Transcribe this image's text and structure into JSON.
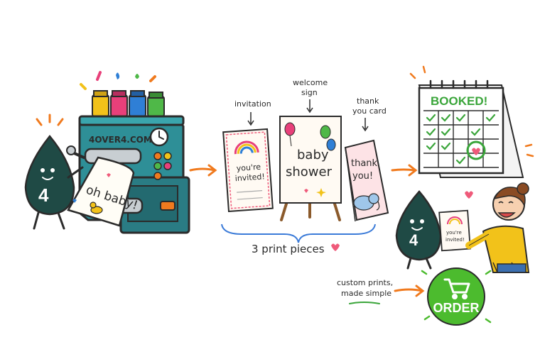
{
  "machine": {
    "brand_label": "4OVER4.COM",
    "output_text": "oh baby!",
    "ink_colors": [
      "#f2c21a",
      "#e8407a",
      "#2f7fd6",
      "#4fb848"
    ]
  },
  "mascot": {
    "number": "4",
    "color": "#1f4a45"
  },
  "print_pieces": {
    "caption": "3 print pieces",
    "items": [
      {
        "label": "invitation",
        "card_text_line1": "you're",
        "card_text_line2": "invited!"
      },
      {
        "label_line1": "welcome",
        "label_line2": "sign",
        "card_text_line1": "baby",
        "card_text_line2": "shower"
      },
      {
        "label_line1": "thank",
        "label_line2": "you card",
        "card_text_line1": "thank",
        "card_text_line2": "you!"
      }
    ]
  },
  "calendar": {
    "heading": "BOOKED!"
  },
  "customer_card": {
    "text_line1": "you're",
    "text_line2": "invited!"
  },
  "tagline": {
    "line1": "custom prints,",
    "line2": "made simple"
  },
  "order_button": {
    "label": "ORDER",
    "icon": "cart-icon",
    "color": "#4cbb2e"
  },
  "colors": {
    "accent_orange": "#f07a1e",
    "teal_machine": "#2e8f97",
    "calendar_green": "#3aa53a",
    "heart_pink": "#ef5a7a",
    "caption_blue": "#3b7bd8"
  }
}
